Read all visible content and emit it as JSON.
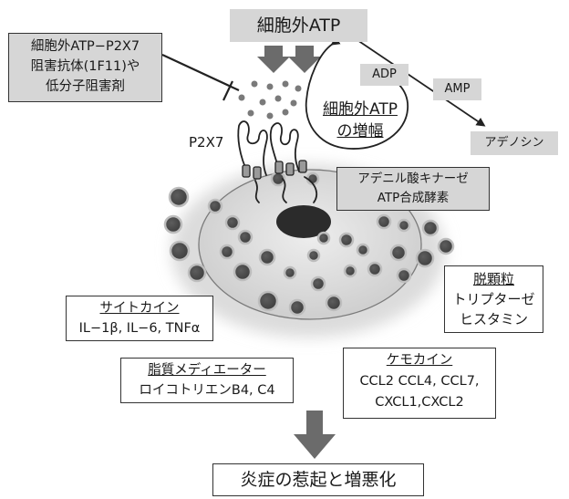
{
  "extracellular_atp": "細胞外ATP",
  "inhibitor": {
    "lines": [
      "細胞外ATP−P2X7",
      "阻害抗体(1F11)や",
      "低分子阻害剤"
    ]
  },
  "adp": "ADP",
  "amp": "AMP",
  "adenosine": "アデノシン",
  "amplification": {
    "lines": [
      "細胞外ATP",
      "の増幅"
    ]
  },
  "p2x7": "P2X7",
  "adenylate_kinase": {
    "lines": [
      "アデニル酸キナーゼ",
      "ATP合成酵素"
    ]
  },
  "degranulation": {
    "title": "脱顆粒",
    "items": [
      "トリプターゼ",
      "ヒスタミン"
    ]
  },
  "cytokine": {
    "title": "サイトカイン",
    "items": "IL−1β, IL−6, TNFα"
  },
  "lipid": {
    "title": "脂質メディエーター",
    "items": "ロイコトリエンB4, C4"
  },
  "chemokine": {
    "title": "ケモカイン",
    "items": [
      "CCL2 CCL4, CCL7,",
      "CXCL1,CXCL2"
    ]
  },
  "inflammation": "炎症の惹起と増悪化"
}
